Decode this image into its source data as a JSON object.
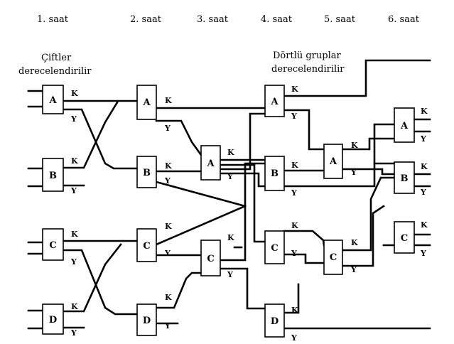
{
  "hours": [
    "1. saat",
    "2. saat",
    "3. saat",
    "4. saat",
    "5. saat",
    "6. saat"
  ],
  "captions": {
    "pairs": [
      "Çiftler",
      "derecelendirilir"
    ],
    "groups": [
      "Dörtlü gruplar",
      "derecelendirilir"
    ]
  },
  "output_labels": {
    "winner": "K",
    "loser": "Y"
  },
  "stages": [
    {
      "name": "1. saat",
      "boxes": [
        "A",
        "B",
        "C",
        "D"
      ]
    },
    {
      "name": "2. saat",
      "boxes": [
        "A",
        "B",
        "C",
        "D"
      ]
    },
    {
      "name": "3. saat",
      "boxes": [
        "A",
        "C"
      ]
    },
    {
      "name": "4. saat",
      "boxes": [
        "A",
        "B",
        "C",
        "D"
      ]
    },
    {
      "name": "5. saat",
      "boxes": [
        "A",
        "C"
      ]
    },
    {
      "name": "6. saat",
      "boxes": [
        "A",
        "B",
        "C"
      ]
    }
  ]
}
